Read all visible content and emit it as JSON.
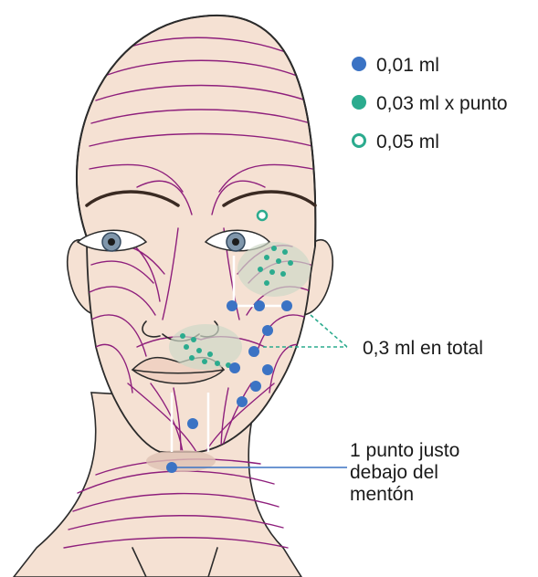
{
  "colors": {
    "dot_blue": "#3b73c4",
    "dot_teal": "#2bab8e",
    "contour_purple": "#8e1f7c",
    "skin": "#f5e1d3",
    "shade_green": "#cfd9c8",
    "pointer_line": "#3b73c4",
    "dashed_teal": "#2bab8e"
  },
  "legend": [
    {
      "marker": "filled-blue-dot",
      "label": "0,01 ml"
    },
    {
      "marker": "filled-teal-dot",
      "label": "0,03 ml x punto"
    },
    {
      "marker": "hollow-teal-circle",
      "label": "0,05 ml"
    }
  ],
  "annotations": {
    "total_label": "0,3 ml en total",
    "chin_label_lines": [
      "1 punto justo",
      "debajo del",
      "mentón"
    ]
  }
}
